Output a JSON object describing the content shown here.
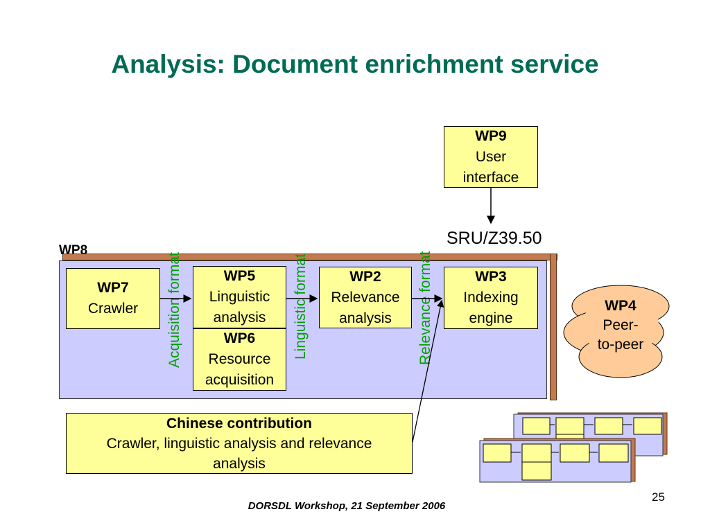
{
  "title": "Analysis: Document enrichment service",
  "wp8_label": "WP8",
  "sru_label": "SRU/Z39.50",
  "boxes": {
    "wp9": {
      "id": "WP9",
      "line1": "User",
      "line2": "interface"
    },
    "wp7": {
      "id": "WP7",
      "line1": "Crawler"
    },
    "wp5": {
      "id": "WP5",
      "line1": "Linguistic",
      "line2": "analysis"
    },
    "wp6": {
      "id": "WP6",
      "line1": "Resource",
      "line2": "acquisition"
    },
    "wp2": {
      "id": "WP2",
      "line1": "Relevance",
      "line2": "analysis"
    },
    "wp3": {
      "id": "WP3",
      "line1": "Indexing",
      "line2": "engine"
    },
    "wp4": {
      "id": "WP4",
      "line1": "Peer-",
      "line2": "to-peer"
    }
  },
  "formats": {
    "acquisition": "Acquisition format",
    "linguistic": "Linguistic format",
    "relevance": "Relevance format"
  },
  "chinese": {
    "heading": "Chinese contribution",
    "line1": "Crawler, linguistic analysis and relevance",
    "line2": "analysis"
  },
  "footer": "DORSDL Workshop, 21 September 2006",
  "page_number": "25",
  "colors": {
    "title": "#006b54",
    "box_fill": "#ffff99",
    "panel_fill": "#ccccff",
    "format_label": "#00a000",
    "cloud_fill": "#ffcc99",
    "shadow": "#c27a50"
  }
}
